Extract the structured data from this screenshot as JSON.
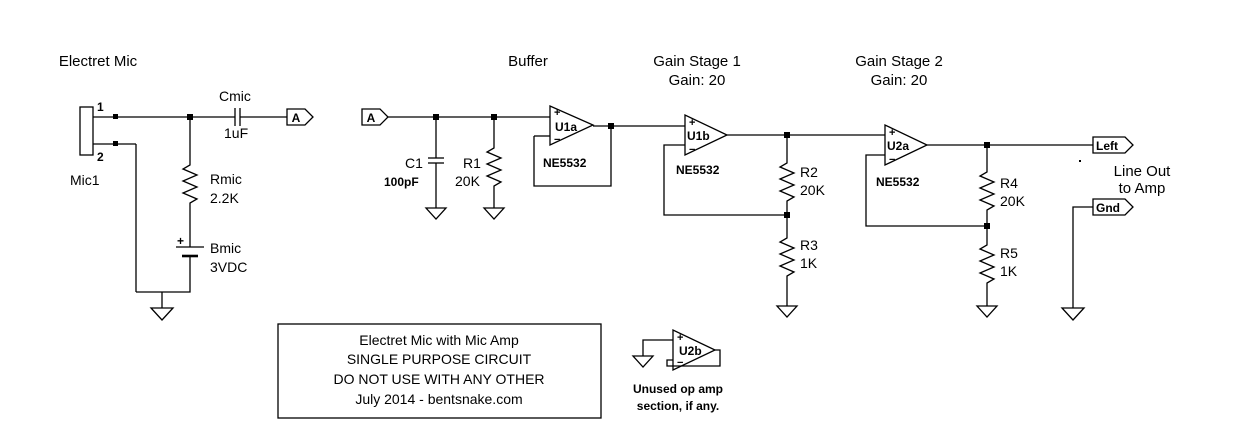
{
  "sections": {
    "electret_mic": "Electret Mic",
    "buffer": "Buffer",
    "gain_stage_1": "Gain Stage 1",
    "gain_stage_1_gain": "Gain: 20",
    "gain_stage_2": "Gain Stage 2",
    "gain_stage_2_gain": "Gain: 20"
  },
  "mic": {
    "ref": "Mic1",
    "pin1": "1",
    "pin2": "2"
  },
  "components": {
    "cmic": {
      "ref": "Cmic",
      "value": "1uF"
    },
    "rmic": {
      "ref": "Rmic",
      "value": "2.2K"
    },
    "bmic": {
      "ref": "Bmic",
      "value": "3VDC",
      "plus": "+"
    },
    "c1": {
      "ref": "C1",
      "value": "100pF"
    },
    "r1": {
      "ref": "R1",
      "value": "20K"
    },
    "r2": {
      "ref": "R2",
      "value": "20K"
    },
    "r3": {
      "ref": "R3",
      "value": "1K"
    },
    "r4": {
      "ref": "R4",
      "value": "20K"
    },
    "r5": {
      "ref": "R5",
      "value": "1K"
    }
  },
  "opamps": {
    "u1a": {
      "ref": "U1a",
      "part": "NE5532"
    },
    "u1b": {
      "ref": "U1b",
      "part": "NE5532"
    },
    "u2a": {
      "ref": "U2a",
      "part": "NE5532"
    },
    "u2b": {
      "ref": "U2b"
    },
    "plus": "+",
    "minus": "−"
  },
  "net_labels": {
    "a_out": "A",
    "a_in": "A",
    "left": "Left",
    "gnd": "Gnd"
  },
  "output_label": {
    "line1": "Line Out",
    "line2": "to Amp"
  },
  "unused_note": {
    "line1": "Unused op amp",
    "line2": "section, if any."
  },
  "title_block": {
    "line1": "Electret Mic with Mic Amp",
    "line2": "SINGLE PURPOSE CIRCUIT",
    "line3": "DO NOT USE WITH ANY OTHER",
    "line4": "July 2014 - bentsnake.com"
  }
}
